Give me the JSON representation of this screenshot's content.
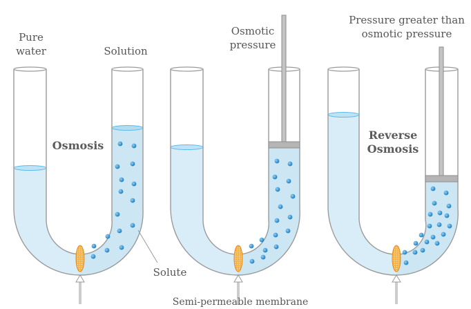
{
  "labels": {
    "pure_water": [
      "Pure",
      "water"
    ],
    "solution": "Solution",
    "osmosis": "Osmosis",
    "osmotic_pressure": [
      "Osmotic",
      "pressure"
    ],
    "pressure_greater": [
      "Pressure greater than",
      "osmotic pressure"
    ],
    "reverse_osmosis": [
      "Reverse",
      "Osmosis"
    ],
    "solute": "Solute",
    "membrane": "Semi-permeable membrane"
  },
  "colors": {
    "pure_water_fill": "#d9edf8",
    "solution_fill": "#cde6f4",
    "tube_outline": "#9a9a9a",
    "solute_particle": "#2e8fcf",
    "membrane": "#f0a431",
    "piston": "#b5b5b5"
  },
  "tubes": [
    {
      "name": "osmosis",
      "pure_level_pct": 46,
      "solution_level_pct": 32,
      "has_piston": false
    },
    {
      "name": "equilibrium",
      "pure_level_pct": 44,
      "solution_level_pct": 44,
      "has_piston": true
    },
    {
      "name": "reverse-osmosis",
      "pure_level_pct": 20,
      "solution_level_pct": 62,
      "has_piston": true
    }
  ]
}
